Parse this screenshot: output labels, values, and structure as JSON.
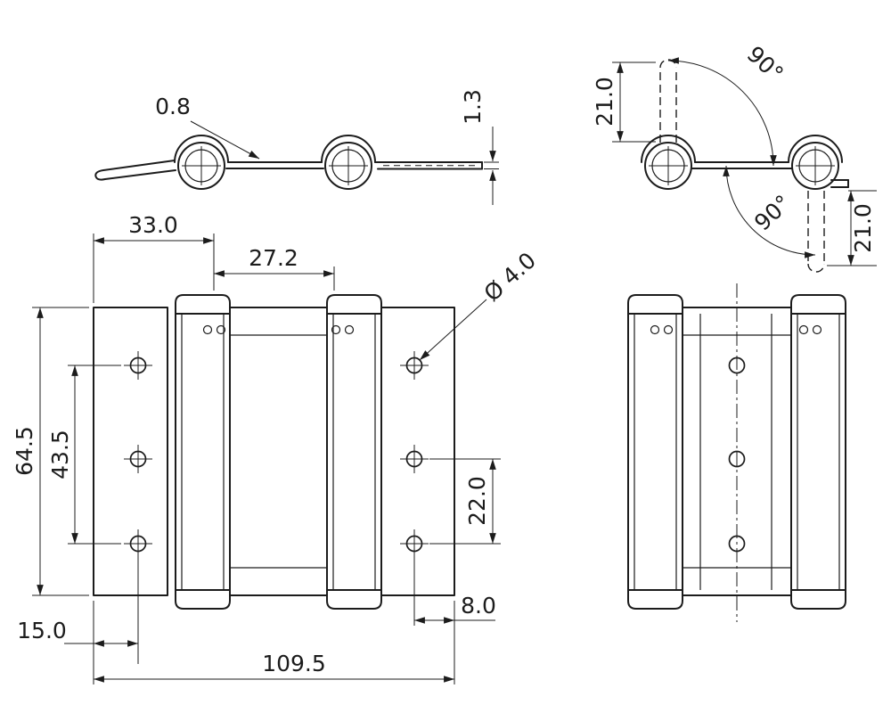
{
  "drawing": {
    "background": "#ffffff",
    "line_color": "#1c1c1c",
    "labels": {
      "leaf_thickness": "0.8",
      "leaf_gap": "1.3",
      "swing_angle_top": "90°",
      "swing_angle_bottom": "90°",
      "leaf_offset_top": "21.0",
      "leaf_offset_bottom": "21.0",
      "leaf_width": "33.0",
      "center_width": "27.2",
      "hole_diameter": "Ø 4.0",
      "body_height": "64.5",
      "hole_span_vertical": "43.5",
      "hole_pitch": "22.0",
      "hole_edge_offset": "8.0",
      "hole_side_offset": "15.0",
      "overall_length": "109.5"
    }
  }
}
